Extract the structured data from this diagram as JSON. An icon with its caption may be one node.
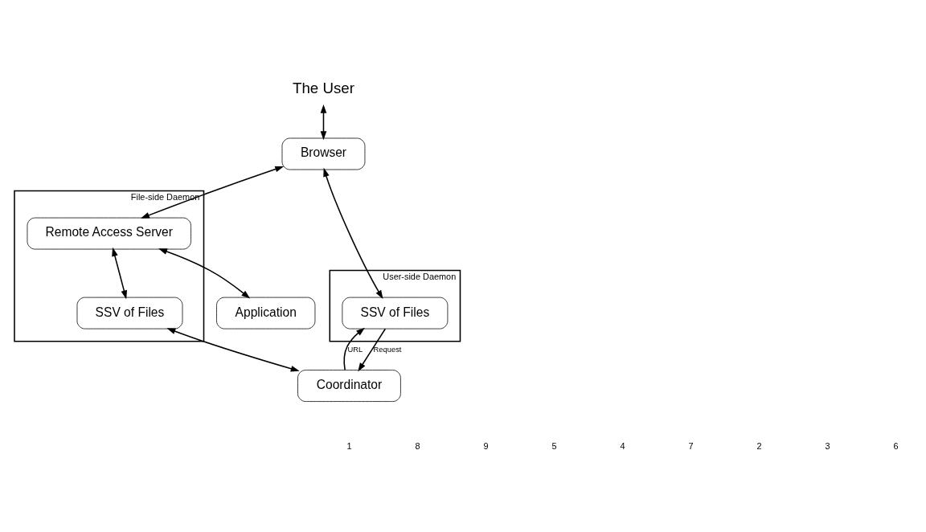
{
  "diagram": {
    "nodes": [
      {
        "text": [
          "The User"
        ]
      },
      {
        "text": [
          "Browser"
        ]
      },
      {
        "text": [
          "User-side Daemon"
        ]
      },
      {
        "text": [
          "SSV of Files"
        ],
        "in": 2
      },
      {
        "text": [
          "File-side Daemon"
        ]
      },
      {
        "text": [
          "Remote Access Server"
        ],
        "in": 4
      },
      {
        "text": [
          "SSV of Files"
        ],
        "in": 4
      },
      {
        "text": [
          "Application"
        ]
      },
      {
        "text": [
          "Coordinator"
        ]
      }
    ],
    "edges": [
      {
        "from": 0,
        "to": 1,
        "arrow": "both"
      },
      {
        "from": 1,
        "to": 3,
        "arrow": "both"
      },
      {
        "from": 1,
        "to": 5,
        "arrow": "both"
      },
      {
        "from": 5,
        "to": 7,
        "arrow": "both"
      },
      {
        "from": 5,
        "to": 6,
        "arrow": "both"
      },
      {
        "from": 3,
        "to": 8,
        "arrow": "to",
        "label": "Request"
      },
      {
        "from": 8,
        "to": 3,
        "arrow": "to",
        "label": "URL"
      },
      {
        "from": 6,
        "to": 8,
        "arrow": "both"
      }
    ],
    "labels": [
      "1",
      "8",
      "9",
      "5",
      "4",
      "7",
      "2",
      "3",
      "6"
    ]
  }
}
